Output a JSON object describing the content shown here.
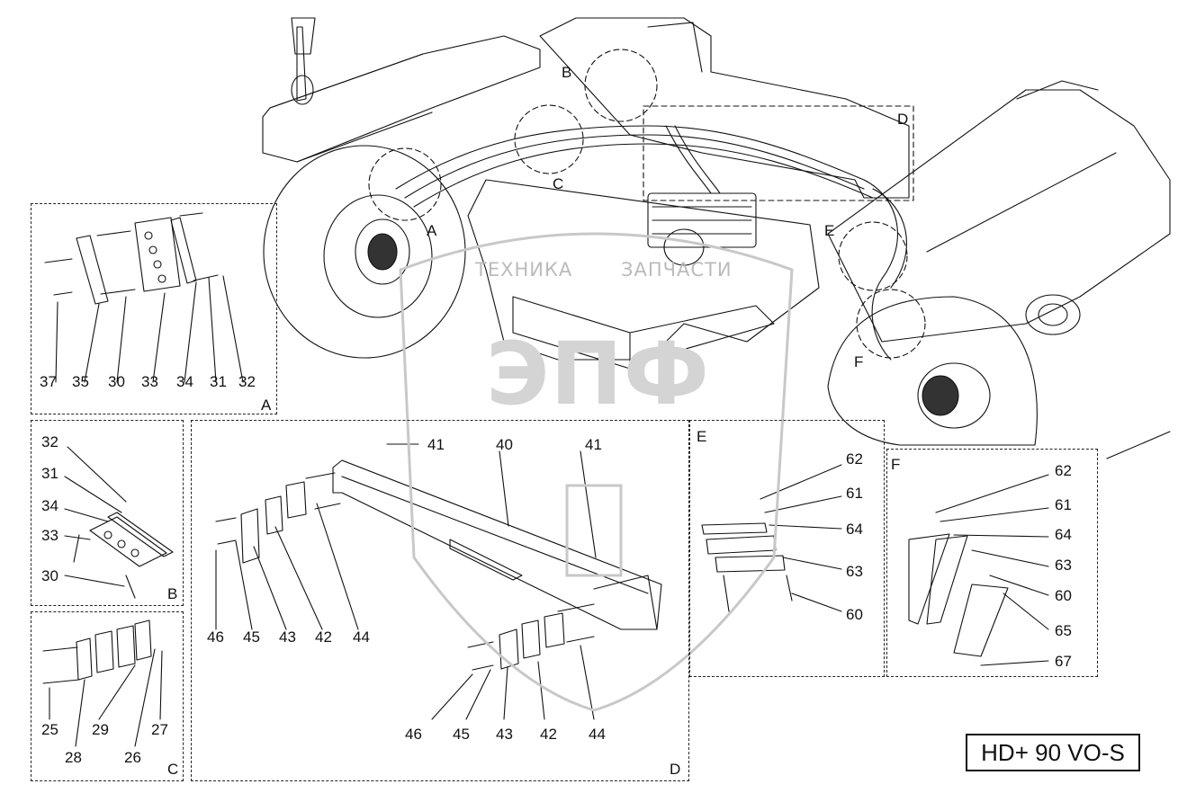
{
  "model_code": "HD+ 90 VO-S",
  "watermark": {
    "left_text": "ТЕХНИКА",
    "right_text": "ЗАПЧАСТИ",
    "logo_text": "ЭПФ"
  },
  "main_view": {
    "detail_markers": [
      "A",
      "B",
      "C",
      "D",
      "E",
      "F"
    ]
  },
  "panels": {
    "A": {
      "letter": "A",
      "part_numbers": [
        "37",
        "35",
        "30",
        "33",
        "34",
        "31",
        "32"
      ]
    },
    "B": {
      "letter": "B",
      "part_numbers": [
        "32",
        "31",
        "34",
        "33",
        "30"
      ]
    },
    "C": {
      "letter": "C",
      "part_numbers": [
        "25",
        "28",
        "29",
        "26",
        "27"
      ]
    },
    "D": {
      "letter": "D",
      "part_numbers": [
        "41",
        "40",
        "41",
        "46",
        "45",
        "43",
        "42",
        "44",
        "46",
        "45",
        "43",
        "42",
        "44"
      ]
    },
    "E": {
      "letter": "E",
      "part_numbers": [
        "62",
        "61",
        "64",
        "63",
        "60"
      ]
    },
    "F": {
      "letter": "F",
      "part_numbers": [
        "62",
        "61",
        "64",
        "63",
        "60",
        "65",
        "67"
      ]
    }
  }
}
